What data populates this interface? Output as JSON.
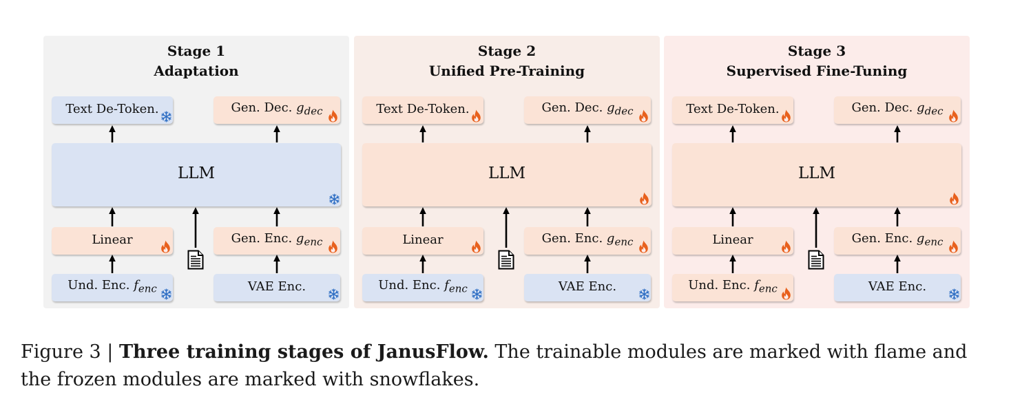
{
  "colors": {
    "frozen_box": "#dae3f3",
    "trainable_box": "#fbe3d6",
    "stage1_bg": "#f2f2f2",
    "stage2_bg": "#f8ede8",
    "stage3_bg": "#fcecea",
    "flame": "#e8601c",
    "snowflake": "#2f6fc4"
  },
  "stages": [
    {
      "title_line1": "Stage 1",
      "title_line2": "Adaptation",
      "modules": {
        "text_detoken": {
          "label": "Text De-Token.",
          "status": "frozen"
        },
        "gen_dec": {
          "label": "Gen. Dec. ",
          "math": "g",
          "sub": "dec",
          "status": "trainable"
        },
        "llm": {
          "label": "LLM",
          "status": "frozen"
        },
        "linear": {
          "label": "Linear",
          "status": "trainable"
        },
        "gen_enc": {
          "label": "Gen. Enc. ",
          "math": "g",
          "sub": "enc",
          "status": "trainable"
        },
        "und_enc": {
          "label": "Und. Enc. ",
          "math": "f",
          "sub": "enc",
          "status": "frozen"
        },
        "vae_enc": {
          "label": "VAE Enc.",
          "status": "frozen"
        }
      }
    },
    {
      "title_line1": "Stage 2",
      "title_line2": "Unified Pre-Training",
      "modules": {
        "text_detoken": {
          "label": "Text De-Token.",
          "status": "trainable"
        },
        "gen_dec": {
          "label": "Gen. Dec. ",
          "math": "g",
          "sub": "dec",
          "status": "trainable"
        },
        "llm": {
          "label": "LLM",
          "status": "trainable"
        },
        "linear": {
          "label": "Linear",
          "status": "trainable"
        },
        "gen_enc": {
          "label": "Gen. Enc. ",
          "math": "g",
          "sub": "enc",
          "status": "trainable"
        },
        "und_enc": {
          "label": "Und. Enc. ",
          "math": "f",
          "sub": "enc",
          "status": "frozen"
        },
        "vae_enc": {
          "label": "VAE Enc.",
          "status": "frozen"
        }
      }
    },
    {
      "title_line1": "Stage 3",
      "title_line2": "Supervised Fine-Tuning",
      "modules": {
        "text_detoken": {
          "label": "Text De-Token.",
          "status": "trainable"
        },
        "gen_dec": {
          "label": "Gen. Dec. ",
          "math": "g",
          "sub": "dec",
          "status": "trainable"
        },
        "llm": {
          "label": "LLM",
          "status": "trainable"
        },
        "linear": {
          "label": "Linear",
          "status": "trainable"
        },
        "gen_enc": {
          "label": "Gen. Enc. ",
          "math": "g",
          "sub": "enc",
          "status": "trainable"
        },
        "und_enc": {
          "label": "Und. Enc. ",
          "math": "f",
          "sub": "enc",
          "status": "trainable"
        },
        "vae_enc": {
          "label": "VAE Enc.",
          "status": "frozen"
        }
      }
    }
  ],
  "caption": {
    "prefix": "Figure 3 | ",
    "bold": "Three training stages of JanusFlow.",
    "rest": " The trainable modules are marked with flame and the frozen modules are marked with snowflakes."
  },
  "icons": {
    "trainable": "flame-icon",
    "frozen": "snowflake-icon",
    "text_input": "document-icon"
  }
}
